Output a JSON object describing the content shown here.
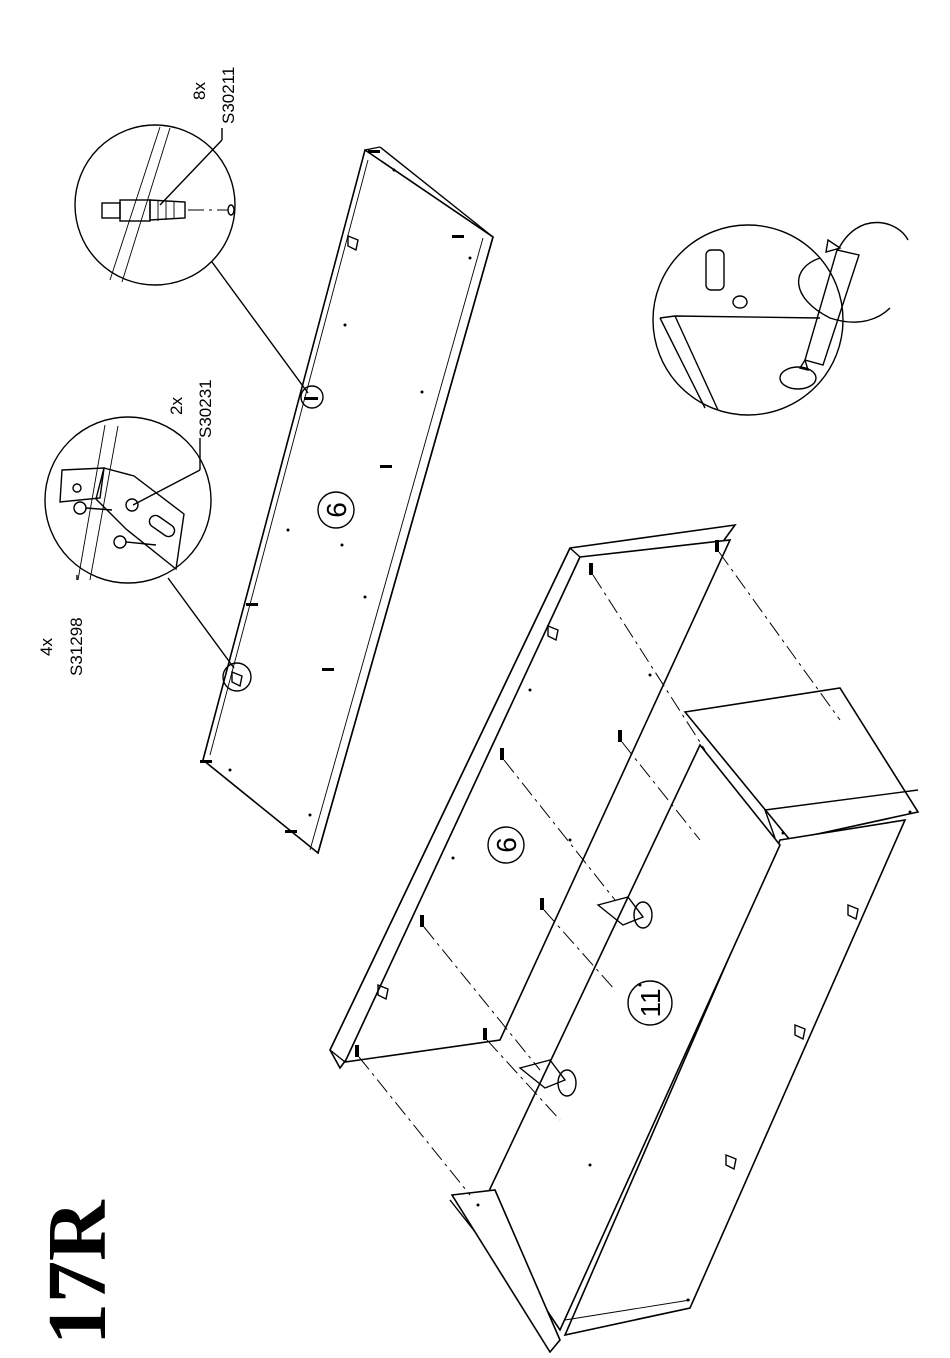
{
  "step": {
    "label": "17R"
  },
  "callouts": {
    "dowel_screw": {
      "qty": "8x",
      "code": "S30211"
    },
    "bracket": {
      "qty": "2x",
      "code": "S30231"
    },
    "screw": {
      "qty": "4x",
      "code": "S31298"
    }
  },
  "parts": {
    "top_panel": "6",
    "bottom_panel": "6",
    "inner_panel": "11"
  },
  "icons": [
    "bracket-detail-icon",
    "dowel-detail-icon",
    "screwdriver-icon"
  ]
}
